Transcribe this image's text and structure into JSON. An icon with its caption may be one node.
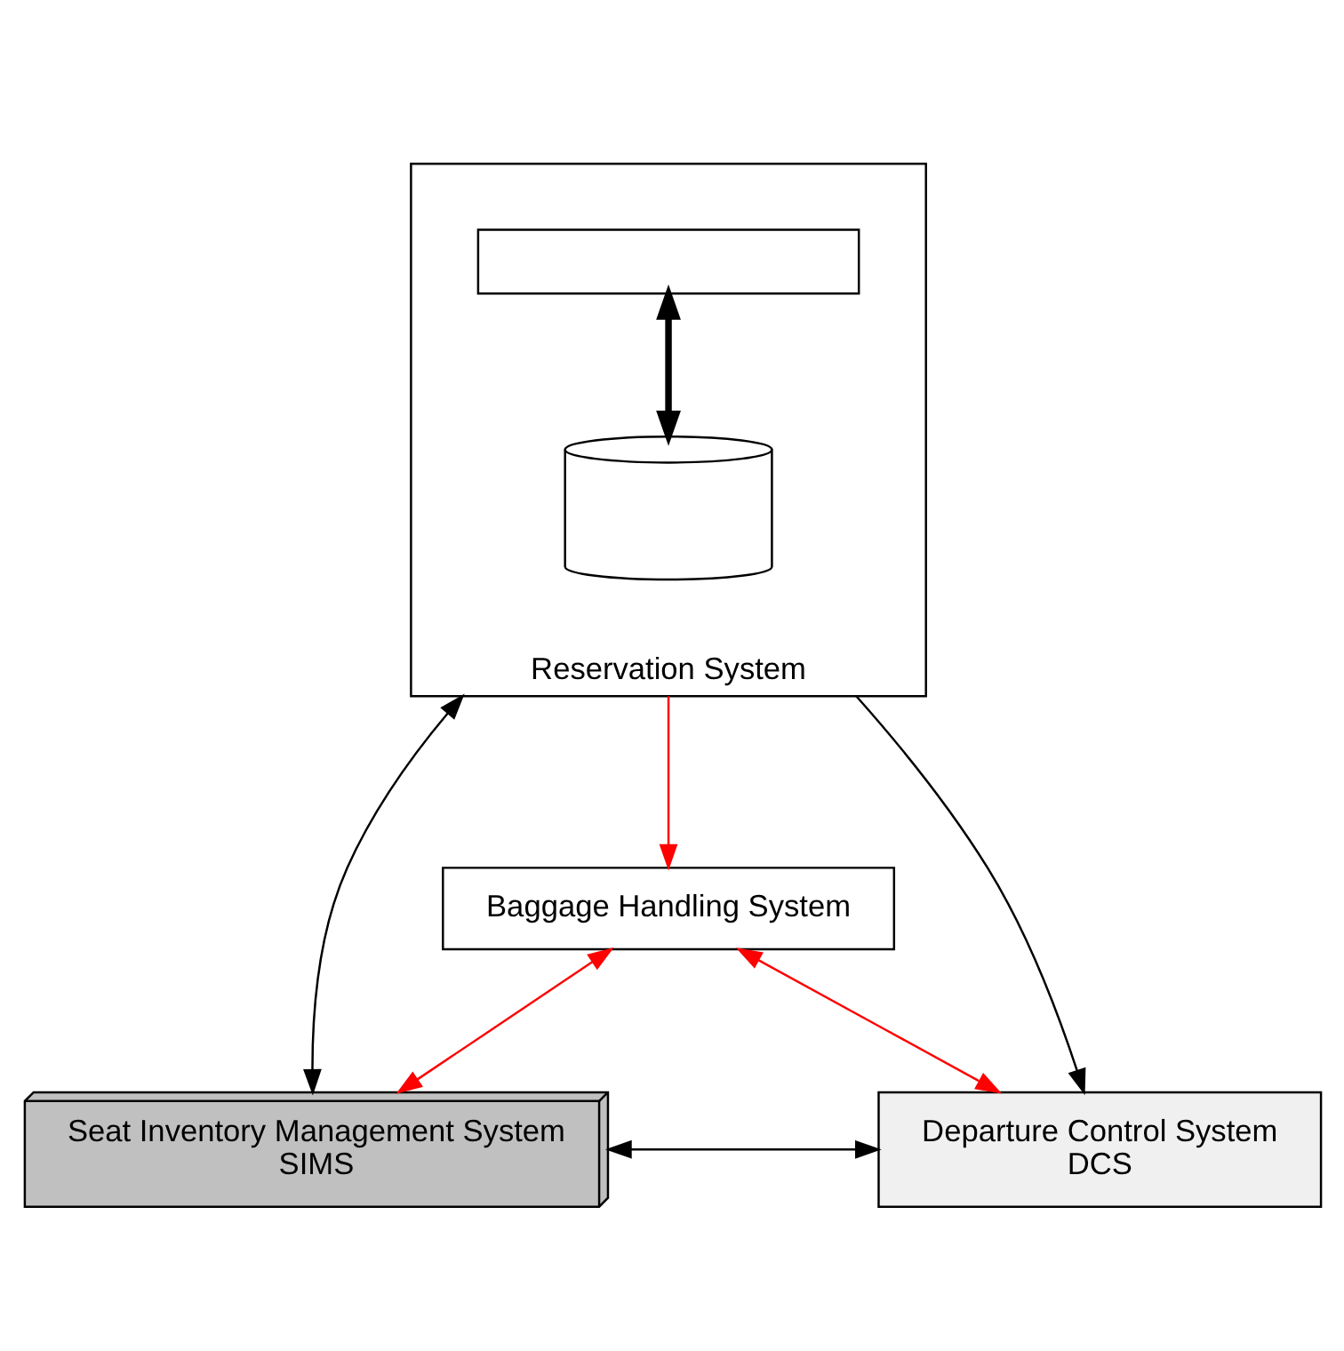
{
  "diagram": {
    "nodes": [
      {
        "text": [
          "Reservation System"
        ]
      },
      {
        "text": [],
        "shape": "box",
        "in": 0
      },
      {
        "text": [],
        "shape": "cylinder",
        "in": 0
      },
      {
        "text": [
          "Baggage Handling System"
        ]
      },
      {
        "text": [
          "Seat Inventory Management System",
          "SIMS"
        ]
      },
      {
        "text": [
          "Departure Control System",
          "DCS"
        ]
      }
    ],
    "edges": [
      {
        "from": 1,
        "to": 2,
        "arrow": "both",
        "style": "thick"
      },
      {
        "from": 0,
        "to": 3,
        "arrow": "to",
        "color": "#ff0000"
      },
      {
        "from": 0,
        "to": 4,
        "arrow": "both"
      },
      {
        "from": 0,
        "to": 5,
        "arrow": "to"
      },
      {
        "from": 3,
        "to": 4,
        "arrow": "both",
        "color": "#ff0000"
      },
      {
        "from": 3,
        "to": 5,
        "arrow": "both",
        "color": "#ff0000"
      },
      {
        "from": 5,
        "to": 4,
        "arrow": "both"
      }
    ]
  }
}
